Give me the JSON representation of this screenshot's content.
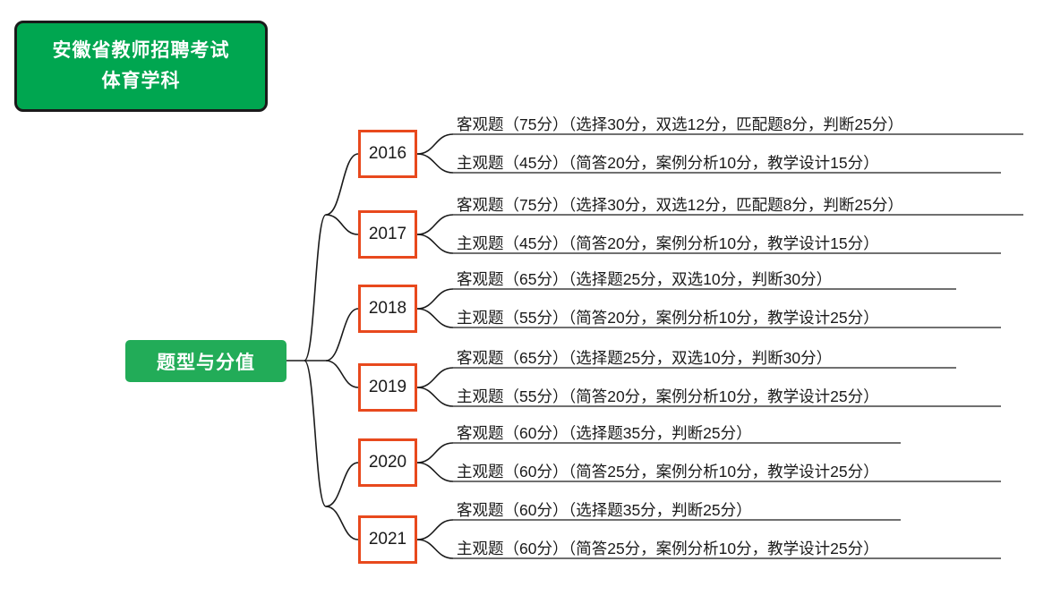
{
  "title_box": {
    "line1": "安徽省教师招聘考试",
    "line2": "体育学科"
  },
  "root": {
    "label": "题型与分值"
  },
  "branches": [
    {
      "year": "2016",
      "items": [
        "客观题（75分）（选择30分，双选12分，匹配题8分，判断25分）",
        "主观题（45分）（简答20分，案例分析10分，教学设计15分）"
      ]
    },
    {
      "year": "2017",
      "items": [
        "客观题（75分）（选择30分，双选12分，匹配题8分，判断25分）",
        "主观题（45分）（简答20分，案例分析10分，教学设计15分）"
      ]
    },
    {
      "year": "2018",
      "items": [
        "客观题（65分）（选择题25分，双选10分，判断30分）",
        "主观题（55分）（简答20分，案例分析10分，教学设计25分）"
      ]
    },
    {
      "year": "2019",
      "items": [
        "客观题（65分）（选择题25分，双选10分，判断30分）",
        "主观题（55分）（简答20分，案例分析10分，教学设计25分）"
      ]
    },
    {
      "year": "2020",
      "items": [
        "客观题（60分）（选择题35分，判断25分）",
        "主观题（60分）（简答25分，案例分析10分，教学设计25分）"
      ]
    },
    {
      "year": "2021",
      "items": [
        "客观题（60分）（选择题35分，判断25分）",
        "主观题（60分）（简答25分，案例分析10分，教学设计25分）"
      ]
    }
  ],
  "colors": {
    "title_fill": "#00a650",
    "title_border": "#1a1a1a",
    "root_fill": "#22ac58",
    "year_border": "#e8491d",
    "line": "#1a1a1a",
    "text": "#1a1a1a"
  }
}
